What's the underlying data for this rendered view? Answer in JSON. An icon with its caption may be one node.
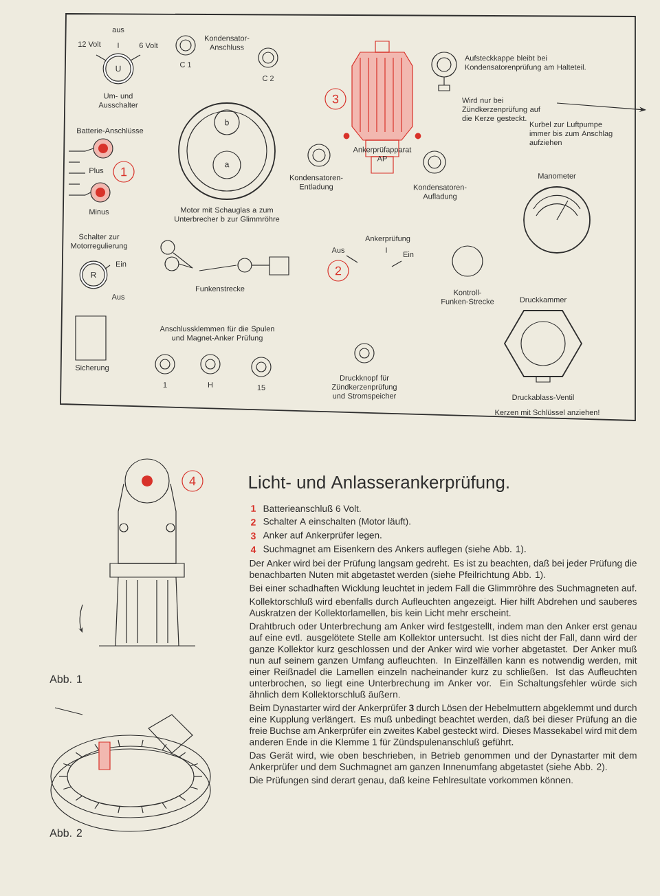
{
  "diagram": {
    "title": "Licht- und Anlasserankerprüfung.",
    "nodes": [
      {
        "text": [
          "U"
        ]
      },
      {
        "text": [
          "1"
        ]
      },
      {
        "text": [
          "b"
        ]
      },
      {
        "text": [
          "a"
        ]
      },
      {
        "text": [
          "3"
        ]
      },
      {
        "text": [
          "R"
        ]
      },
      {
        "text": [
          "2"
        ]
      },
      {
        "text": [
          "4"
        ]
      }
    ],
    "labels": [
      "aus",
      "12 Volt",
      "I",
      "6 Volt",
      "Um- und Ausschalter",
      "C 1",
      "Kondensator-Anschluss",
      "C 2",
      "Batterie-Anschlüsse",
      "Plus",
      "Minus",
      "Motor mit Schauglas a zum Unterbrecher b zur Glimmröhre",
      "Ankerprüfapparat AP",
      "Aufsteckkappe bleibt bei Kondensatorenprüfung am Halteteil.",
      "Wird nur bei Zündkerzenprüfung auf die Kerze gesteckt.",
      "Kurbel zur Luftpumpe immer bis zum Anschlag aufziehen",
      "Kondensatoren-Entladung",
      "Kondensatoren-Aufladung",
      "Manometer",
      "Schalter zur Motorregulierung",
      "Ein",
      "Aus",
      "Funkenstrecke",
      "Ankerprüfung",
      "Aus",
      "I",
      "Ein",
      "Kontroll-Funken-Strecke",
      "Druckkammer",
      "Sicherung",
      "Anschlussklemmen für die Spulen und Magnet-Anker Prüfung",
      "1",
      "H",
      "15",
      "Druckknopf für Zündkerzenprüfung und Stromspeicher",
      "Druckablass-Ventil",
      "Kerzen mit Schlüssel anziehen!",
      "Abb. 1",
      "Abb. 2",
      "1",
      "Batterieanschluß 6 Volt.",
      "2",
      "Schalter A einschalten (Motor läuft).",
      "3",
      "Anker auf Ankerprüfer legen.",
      "4",
      "Suchmagnet am Eisenkern des Ankers auflegen (siehe Abb. 1).",
      "Der Anker wird bei der Prüfung langsam gedreht. Es ist zu beachten, daß bei jeder Prüfung die benachbarten Nuten mit abgetastet werden (siehe Pfeilrichtung Abb. 1).",
      "Bei einer schadhaften Wicklung leuchtet in jedem Fall die Glimmröhre des Suchmagneten auf.",
      "Kollektorschluß wird ebenfalls durch Aufleuchten angezeigt. Hier hilft Abdrehen und sauberes Auskratzen der Kollektorlamellen, bis kein Licht mehr erscheint.",
      "Drahtbruch oder Unterbrechung am Anker wird festgestellt, indem man den Anker erst genau auf eine evtl. ausgelötete Stelle am Kollektor untersucht. Ist dies nicht der Fall, dann wird der ganze Kollektor kurz geschlossen und der Anker wird wie vorher abgetastet. Der Anker muß nun auf seinem ganzen Umfang aufleuchten. In Einzelfällen kann es notwendig werden, mit einer Reißnadel die Lamellen einzeln nacheinander kurz zu schließen. Ist das Aufleuchten unterbrochen, so liegt eine Unterbrechung im Anker vor. Ein Schaltungsfehler würde sich ähnlich dem Kollektorschluß äußern.",
      "Beim Dynastarter wird der Ankerprüfer **3** durch Lösen der Hebelmuttern abgeklemmt und durch eine Kupplung verlängert. Es muß unbedingt beachtet werden, daß bei dieser Prüfung an die freie Buchse am Ankerprüfer ein zweites Kabel gesteckt wird. Dieses Massekabel wird mit dem anderen Ende in die Klemme 1 für Zündspulenanschluß geführt.",
      "Das Gerät wird, wie oben beschrieben, in Betrieb genommen und der Dynastarter mit dem Ankerprüfer und dem Suchmagnet am ganzen Innenumfang abgetastet (siehe Abb. 2).",
      "Die Prüfungen sind derart genau, daß keine Fehlresultate vorkommen können."
    ]
  }
}
